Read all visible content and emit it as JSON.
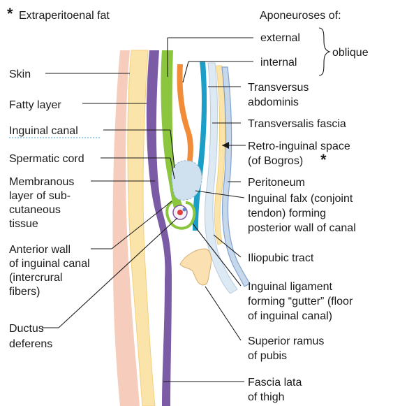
{
  "legend": {
    "star": "*",
    "text": "Extraperitoenal fat"
  },
  "header": {
    "aponeuroses": "Aponeuroses of:",
    "external": "external",
    "internal": "internal",
    "oblique": "oblique"
  },
  "left_labels": {
    "skin": "Skin",
    "fatty_layer": "Fatty layer",
    "inguinal_canal": "Inguinal canal",
    "spermatic_cord": "Spermatic cord",
    "membranous": [
      "Membranous",
      "layer of sub-",
      "cutaneous",
      "tissue"
    ],
    "anterior_wall": [
      "Anterior wall",
      "of inguinal canal",
      "(intercrural",
      "fibers)"
    ],
    "ductus": [
      "Ductus",
      "deferens"
    ]
  },
  "right_labels": {
    "transversus": [
      "Transversus",
      "abdominis"
    ],
    "transversalis": "Transversalis fascia",
    "retro": [
      "Retro-inguinal space",
      "(of Bogros)"
    ],
    "retro_star": "*",
    "peritoneum": "Peritoneum",
    "falx": [
      "Inguinal falx (conjoint",
      "tendon) forming",
      "posterior wall of canal"
    ],
    "iliopubic": "Iliopubic tract",
    "ligament": [
      "Inguinal ligament",
      "forming “gutter” (floor",
      "of inguinal canal)"
    ],
    "ramus": [
      "Superior ramus",
      "of pubis"
    ],
    "fascia_lata": [
      "Fascia lata",
      "of thigh"
    ]
  },
  "colors": {
    "skin": "#f6cdbd",
    "fat": "#fbe4a9",
    "membranous": "#7b5aa6",
    "external_oblique": "#8cc63f",
    "internal_oblique": "#f28c38",
    "transversus": "#1b9fc6",
    "transversalis_fascia": "#c4dcee",
    "peritoneum": "#7fa2d2",
    "cord": "#cfe0ee",
    "bone": "#fbe1b1",
    "inguinal_canal_underline": "#3aa0d8"
  }
}
